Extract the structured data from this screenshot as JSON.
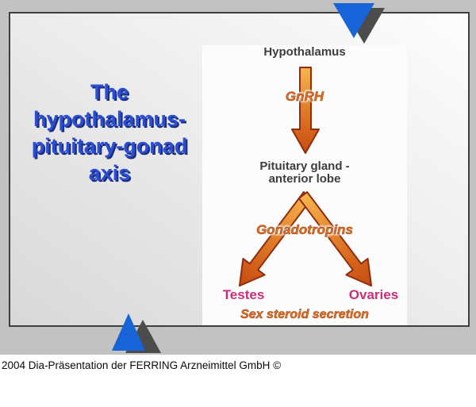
{
  "slide": {
    "title_lines": [
      "The",
      "hypothalamus-",
      "pituitary-gonad",
      "axis"
    ],
    "footer": "2004 Dia-Präsentation der FERRING Arzneimittel GmbH ©"
  },
  "diagram": {
    "hypothalamus": "Hypothalamus",
    "gnrh": "GnRH",
    "pituitary_line1": "Pituitary gland -",
    "pituitary_line2": "anterior lobe",
    "gonadotropins": "Gonadotropins",
    "testes": "Testes",
    "ovaries": "Ovaries",
    "secretion": "Sex steroid secretion"
  },
  "colors": {
    "title_blue": "#2b4ed2",
    "title_shadow": "#1a2c7a",
    "hormone_orange": "#dd7022",
    "gonad_magenta": "#cb2e78",
    "node_text": "#3d3d3d",
    "arrow_gradient_top": "#f7b54f",
    "arrow_gradient_bottom": "#c84a10",
    "arrow_outline": "#8f2d0e",
    "triangle_blue": "#1763d8",
    "triangle_shadow": "#4c4c4c",
    "backdrop_gray": "#c2c2c2"
  }
}
